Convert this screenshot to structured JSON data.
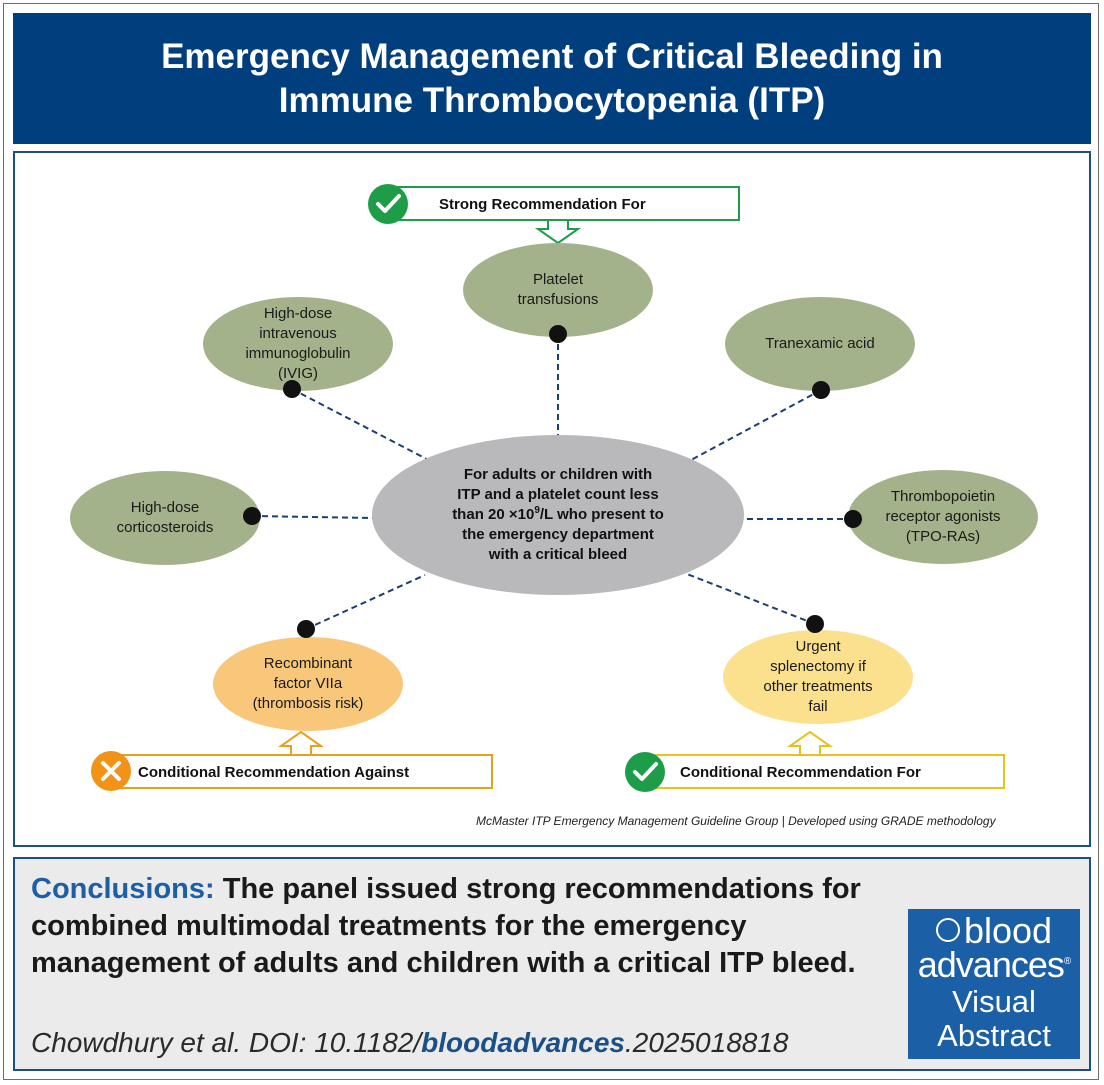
{
  "title": {
    "line1": "Emergency Management of Critical Bleeding in",
    "line2": "Immune Thrombocytopenia (ITP)"
  },
  "center": {
    "line1": "For adults or children with",
    "line2": "ITP and a platelet count less",
    "line3_prefix": "than 20 ×10",
    "line3_sup": "9",
    "line3_suffix": "/L who present to",
    "line4": "the emergency department",
    "line5": "with a critical bleed"
  },
  "recommendations": {
    "strong_for": "Strong Recommendation For",
    "conditional_against": "Conditional Recommendation Against",
    "conditional_for": "Conditional Recommendation For"
  },
  "nodes": {
    "platelet": [
      "Platelet",
      "transfusions"
    ],
    "ivig": [
      "High-dose",
      "intravenous",
      "immunoglobulin",
      "(IVIG)"
    ],
    "txa": [
      "Tranexamic acid"
    ],
    "corticosteroids": [
      "High-dose",
      "corticosteroids"
    ],
    "tpo": [
      "Thrombopoietin",
      "receptor agonists",
      "(TPO-RAs)"
    ],
    "factor7": [
      "Recombinant",
      "factor VIIa",
      "(thrombosis risk)"
    ],
    "splenectomy": [
      "Urgent",
      "splenectomy if",
      "other treatments",
      "fail"
    ]
  },
  "credit": "McMaster ITP Emergency Management Guideline Group | Developed using GRADE methodology",
  "conclusion": {
    "label": "Conclusions:",
    "text": "The panel issued strong recommendations for combined multimodal treatments for the emergency management of adults and children with a critical ITP bleed."
  },
  "citation": {
    "prefix": "Chowdhury et al. DOI: 10.1182/",
    "journal": "bloodadvances",
    "suffix": ".2025018818"
  },
  "logo": {
    "line1": "blood",
    "line2": "advances",
    "registered": "®",
    "line3": "Visual",
    "line4": "Abstract"
  },
  "colors": {
    "banner": "#003e7e",
    "panel_border": "#1b4f87",
    "strong_node": "#a3b28a",
    "conditional_node": "#f8c779",
    "conditional_for_node": "#fbe08e",
    "center_node": "#b9b9bc",
    "check_green": "#1e9d49",
    "x_orange": "#f29318",
    "conclusion_label": "#1b5fa6"
  }
}
